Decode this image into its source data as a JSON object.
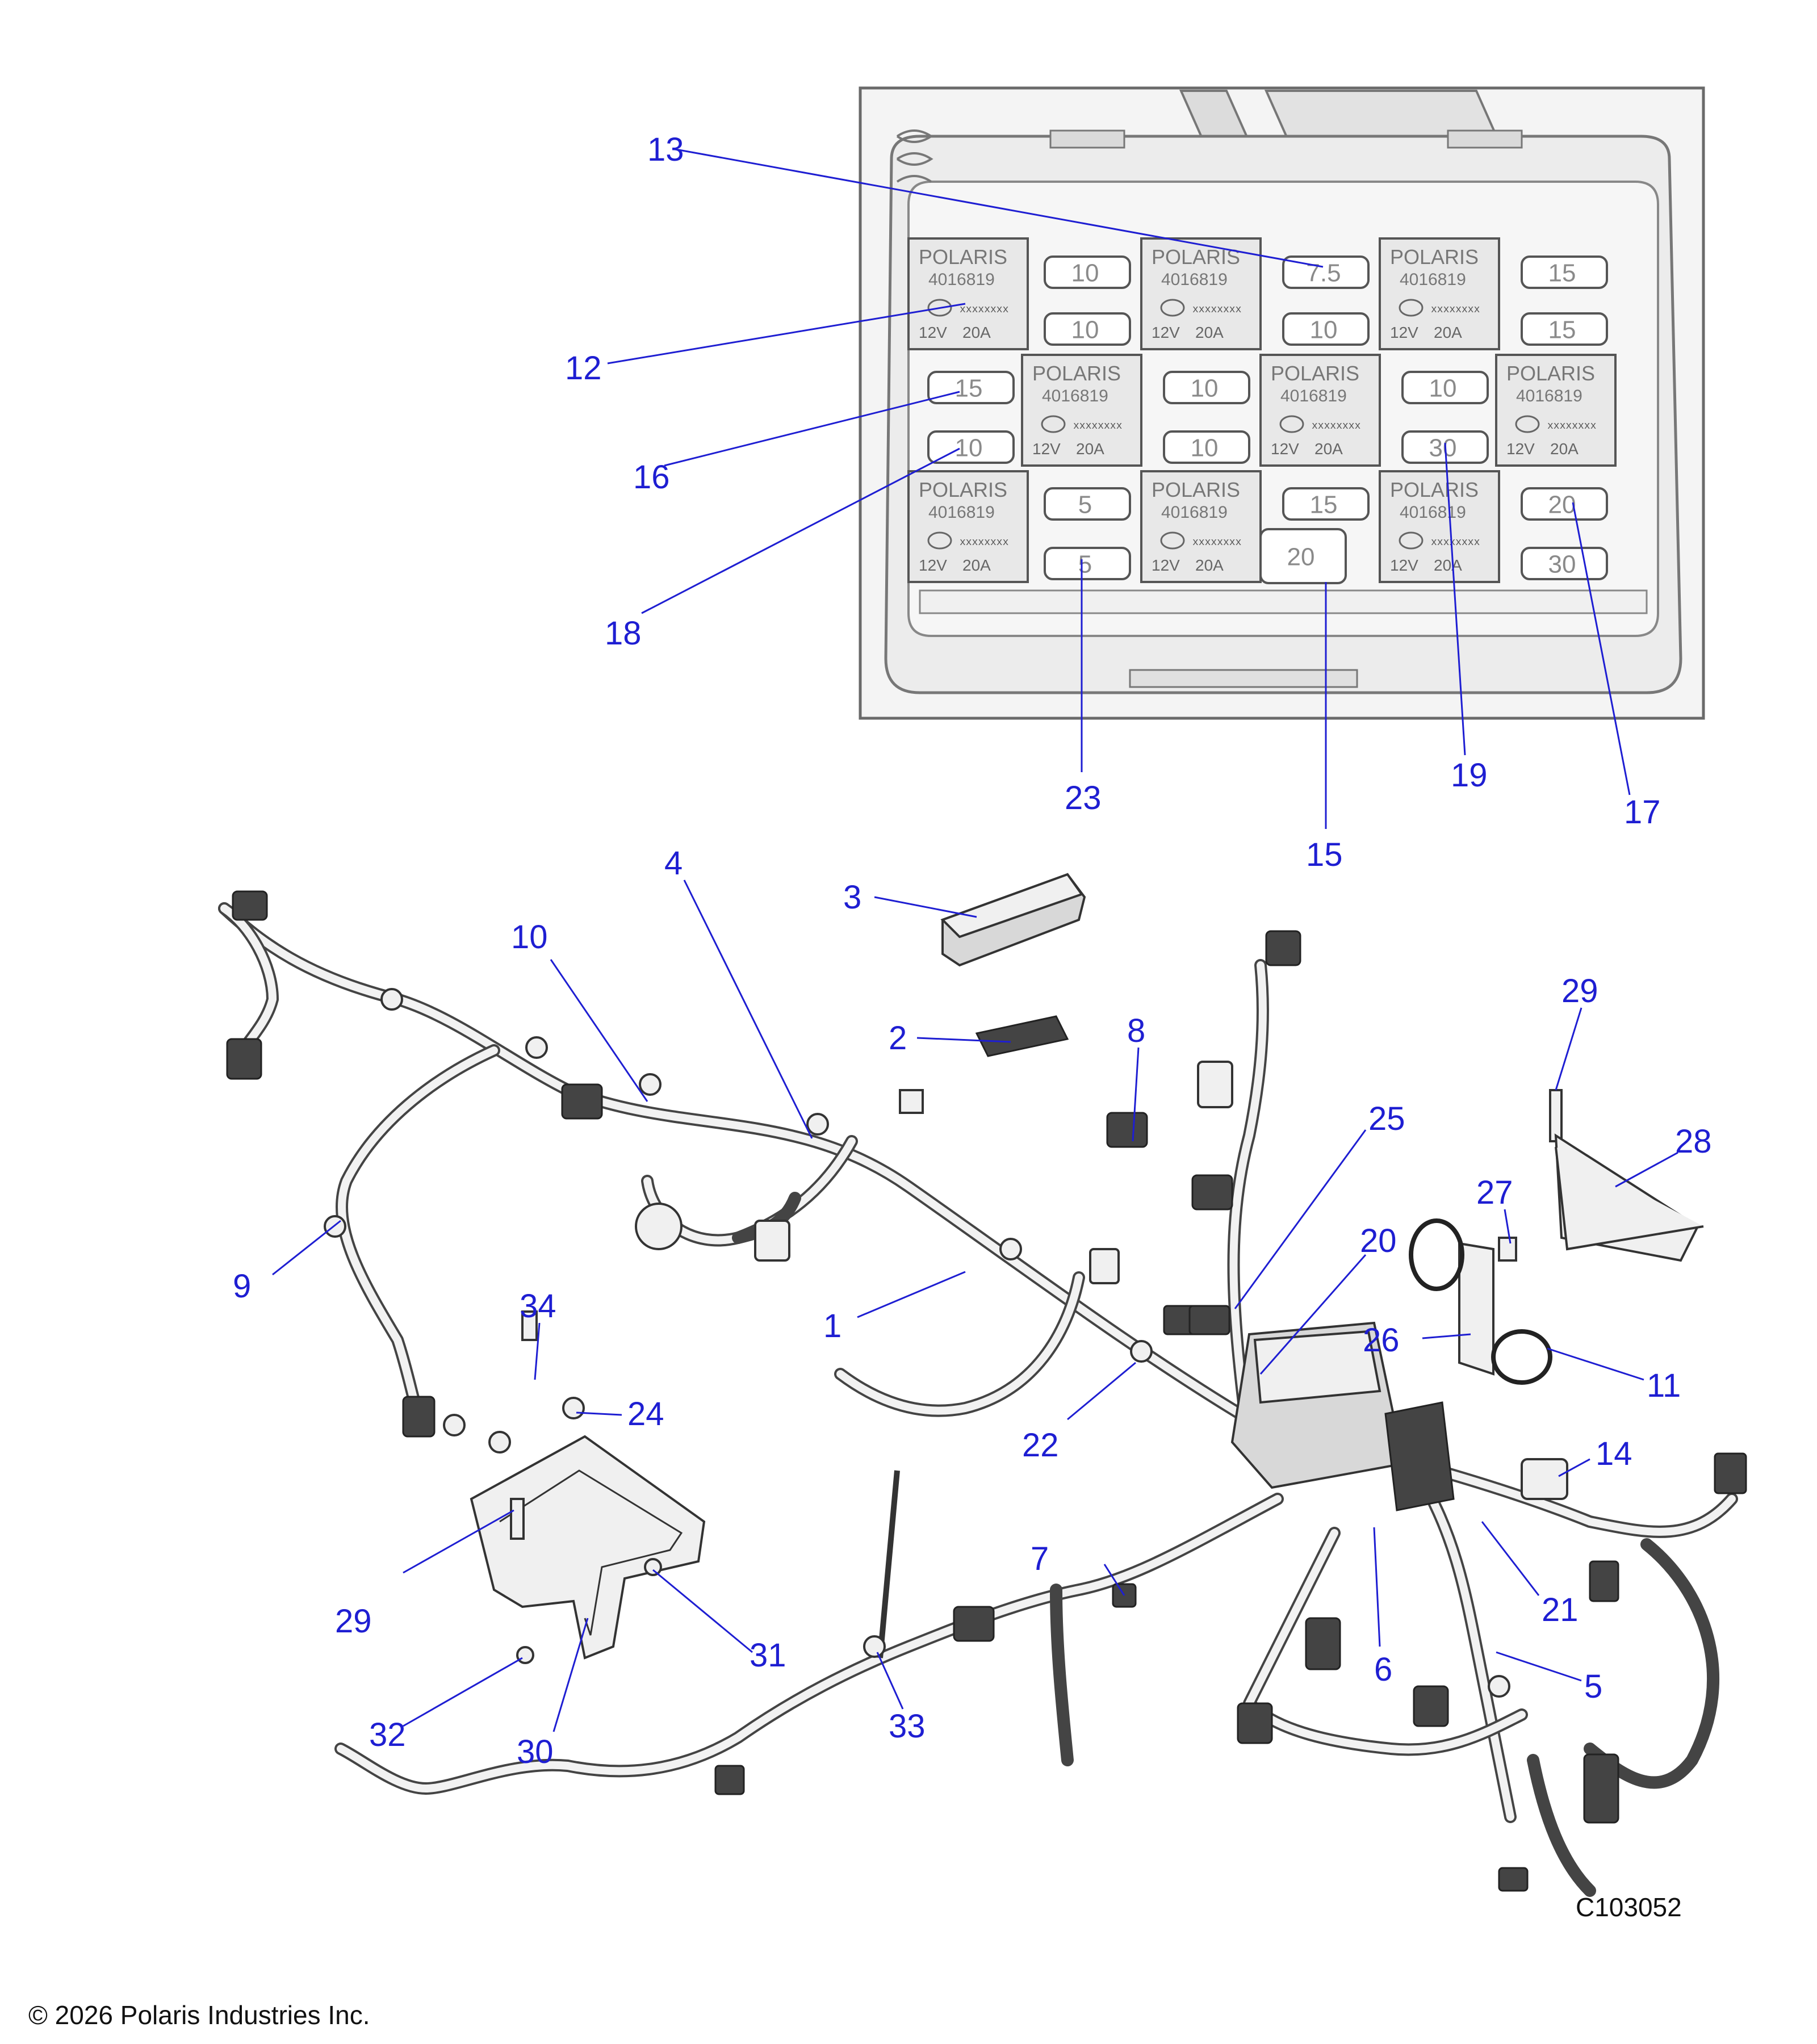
{
  "diagram": {
    "drawing_number": "C103052",
    "copyright": "© 2026 Polaris Industries Inc.",
    "inset": {
      "relay": {
        "brand": "POLARIS",
        "part_number": "4016819",
        "code": "xxxxxxxx",
        "voltage": "12V",
        "amperage": "20A"
      },
      "fuse_labels": {
        "r1c2a": "10",
        "r1c2b": "10",
        "r1c4a": "7.5",
        "r1c4b": "10",
        "r1c6a": "15",
        "r1c6b": "15",
        "r2c1a": "15",
        "r2c1b": "10",
        "r2c3a": "10",
        "r2c3b": "10",
        "r2c5a": "10",
        "r2c5b": "30",
        "r3c2a": "5",
        "r3c2b": "5",
        "r3c4a": "15",
        "r3c4b": "20",
        "r3c6a": "20",
        "r3c6b": "30"
      }
    },
    "callouts": {
      "c1": "1",
      "c2": "2",
      "c3": "3",
      "c4": "4",
      "c5": "5",
      "c6": "6",
      "c7": "7",
      "c8": "8",
      "c9": "9",
      "c10": "10",
      "c11": "11",
      "c12": "12",
      "c13": "13",
      "c14": "14",
      "c15": "15",
      "c16": "16",
      "c17": "17",
      "c18": "18",
      "c19": "19",
      "c20": "20",
      "c21": "21",
      "c22": "22",
      "c23": "23",
      "c24": "24",
      "c25": "25",
      "c26": "26",
      "c27": "27",
      "c28": "28",
      "c29a": "29",
      "c29b": "29",
      "c30": "30",
      "c31": "31",
      "c32": "32",
      "c33": "33",
      "c34": "34"
    }
  }
}
